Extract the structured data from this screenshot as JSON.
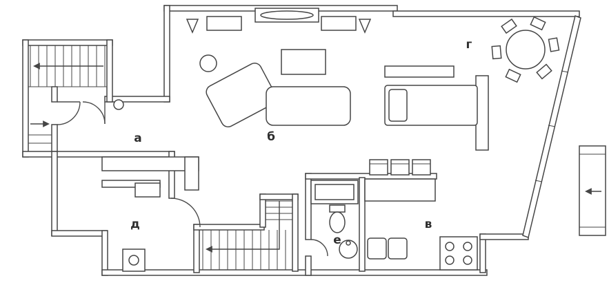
{
  "plan": {
    "kind": "apartment-floor-plan",
    "rooms": {
      "a": {
        "label": "а"
      },
      "b": {
        "label": "б"
      },
      "v": {
        "label": "в"
      },
      "g": {
        "label": "г"
      },
      "d": {
        "label": "д"
      },
      "e": {
        "label": "е"
      }
    },
    "colors": {
      "line": "#454545",
      "background": "#ffffff",
      "label": "#2e2e2e"
    },
    "furniture": [
      "angled-sofa",
      "straight-sofa",
      "coffee-table",
      "side-table",
      "tv-console",
      "media-cabinet-left",
      "media-cabinet-right",
      "speaker-left",
      "speaker-right",
      "dining-table",
      "dining-chairs",
      "bed",
      "bed-shelf-top",
      "bed-shelf-right",
      "wall-cabinets",
      "kitchen-counter",
      "stove",
      "double-sink",
      "bathroom-counter",
      "toilet",
      "washbasin",
      "wardrobe",
      "shelf",
      "small-table",
      "washing-machine"
    ],
    "stairs": [
      "upper-left-staircase",
      "left-landing",
      "central-staircase",
      "right-shaft-staircase"
    ]
  }
}
